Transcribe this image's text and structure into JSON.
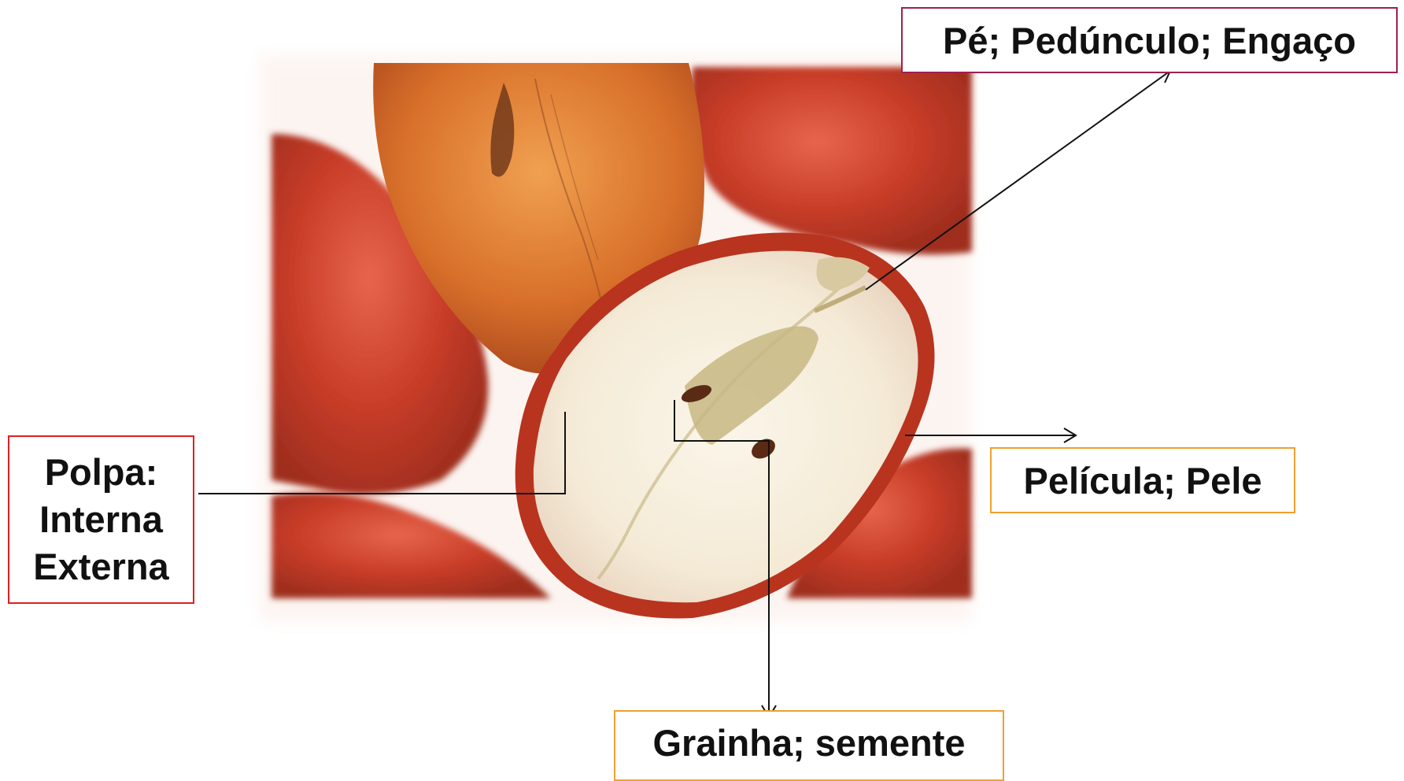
{
  "labels": {
    "peduncle": "Pé; Pedúnculo; Engaço",
    "skin": "Película; Pele",
    "pulp_title": "Polpa:",
    "pulp_inner": "Interna",
    "pulp_outer": "Externa",
    "seed": "Grainha; semente"
  },
  "colors": {
    "peduncle_border": "#a02050",
    "skin_border": "#f0a030",
    "pulp_border": "#e02020",
    "seed_border": "#f0a030",
    "grape_red": "#c8321e",
    "grape_orange": "#d9762a",
    "pulp_white": "#f7f0e2"
  }
}
